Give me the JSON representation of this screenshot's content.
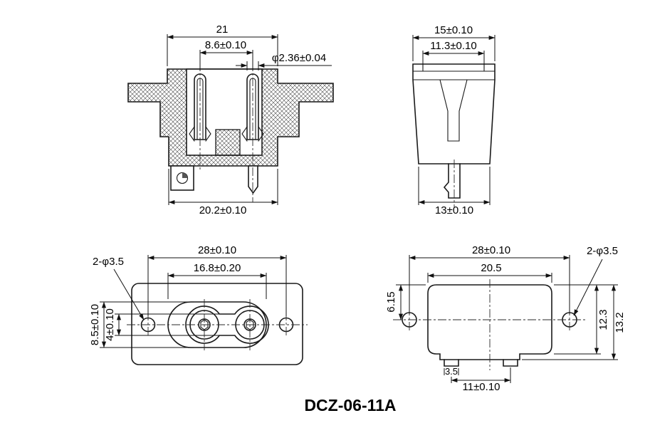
{
  "title": "DCZ-06-11A",
  "drawing": {
    "section": {
      "width_top": "21",
      "pin_pitch": "8.6±0.10",
      "pin_diameter": "φ2.36±0.04",
      "width_bottom": "20.2±0.10"
    },
    "side": {
      "width_top": "15±0.10",
      "width_cap": "11.3±0.10",
      "width_bottom": "13±0.10"
    },
    "front": {
      "hole_spacing": "28±0.10",
      "opening_width": "16.8±0.20",
      "mount_holes": "2-φ3.5",
      "opening_height": "8.5±0.10",
      "waist_height": "4±0.10"
    },
    "rear": {
      "hole_spacing": "28±0.10",
      "body_width": "20.5",
      "mount_holes": "2-φ3.5",
      "hole_offset": "6.15",
      "body_height": "12.3",
      "total_height": "13.2",
      "leg_width": "3.5",
      "leg_spacing": "11±0.10"
    }
  }
}
